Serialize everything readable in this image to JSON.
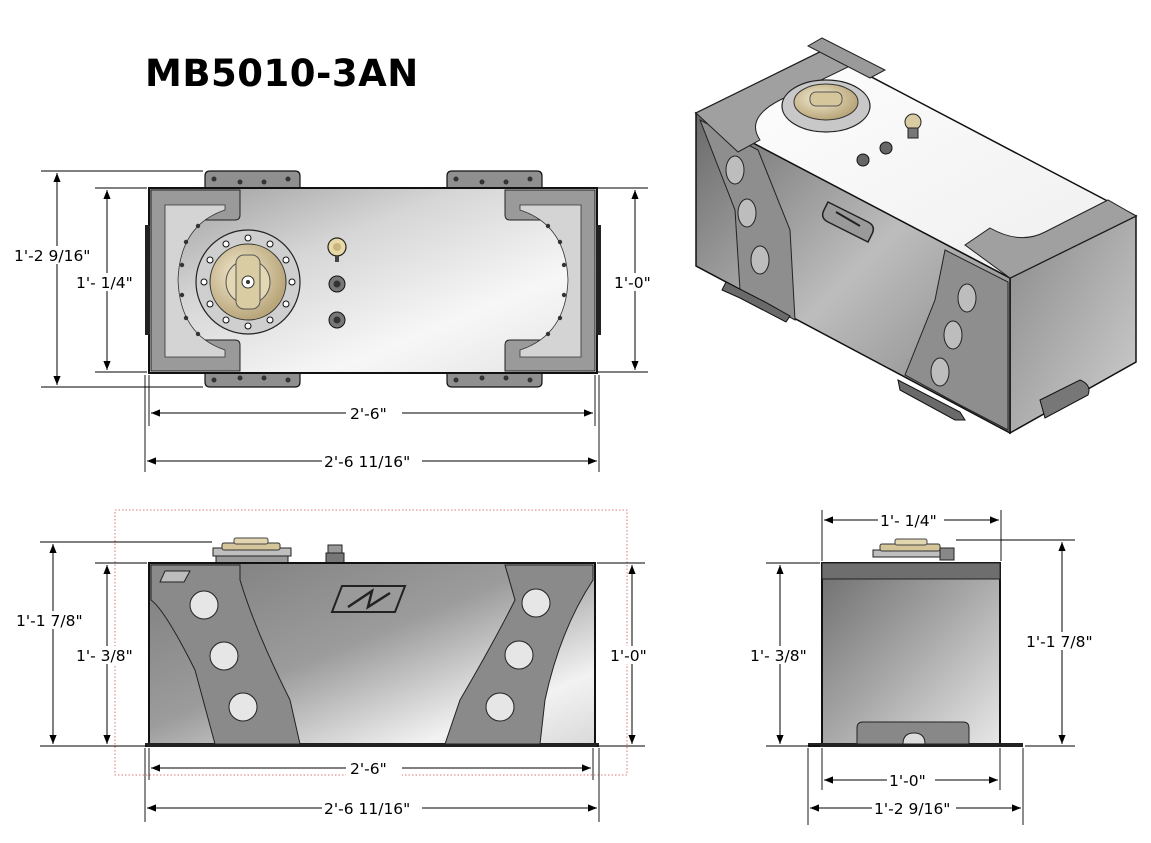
{
  "title": "MB5010-3AN",
  "views": {
    "top": {
      "dims": {
        "overall_height": "1'-2 9/16\"",
        "inner_height": "1'- 1/4\"",
        "body_height": "1'-0\"",
        "body_length": "2'-6\"",
        "overall_length": "2'-6 11/16\""
      }
    },
    "front": {
      "dims": {
        "overall_height": "1'-1 7/8\"",
        "inner_height": "1'- 3/8\"",
        "body_height": "1'-0\"",
        "body_length": "2'-6\"",
        "overall_length": "2'-6 11/16\""
      }
    },
    "side": {
      "dims": {
        "top_width": "1'- 1/4\"",
        "inner_height": "1'- 3/8\"",
        "overall_height": "1'-1 7/8\"",
        "body_width": "1'-0\"",
        "overall_width": "1'-2 9/16\""
      }
    }
  },
  "colors": {
    "metal_light": "#f4f4f4",
    "metal_dark": "#8a8a8a",
    "bracket": "#9b9b9b",
    "bracket_dark": "#6f6f6f",
    "cap_brass": "#d8c9a0"
  }
}
